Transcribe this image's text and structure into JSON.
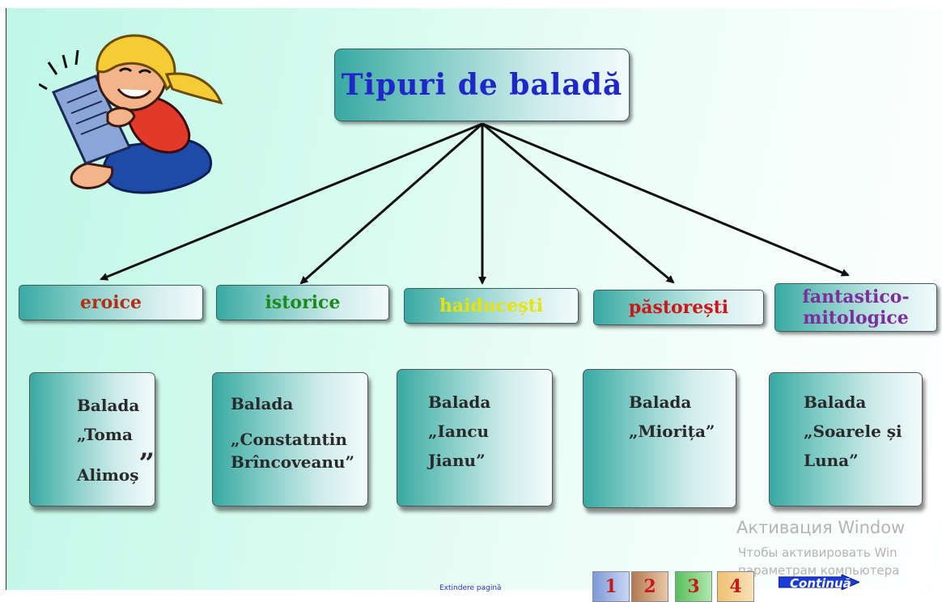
{
  "title": "Tipuri de baladă",
  "categories": [
    {
      "label": "eroice",
      "color": "#b22f14"
    },
    {
      "label": "istorice",
      "color": "#1d8a1d"
    },
    {
      "label": "haiducești",
      "color": "#e8e300"
    },
    {
      "label": "păstorești",
      "color": "#cf1616"
    },
    {
      "label": "fantastico-mitologice",
      "color": "#7d2e9a"
    }
  ],
  "cards": [
    {
      "lines": [
        "Balada",
        "„Toma",
        "Alimoș"
      ],
      "closing_quote": "”"
    },
    {
      "lines": [
        "Balada",
        "„Constatntin",
        "Brîncoveanu”"
      ]
    },
    {
      "lines": [
        "Balada",
        "„Iancu",
        "Jianu”"
      ]
    },
    {
      "lines": [
        "Balada",
        "„Miorița”"
      ]
    },
    {
      "lines": [
        "Balada",
        "„Soarele și",
        "Luna”"
      ]
    }
  ],
  "nav": {
    "page_buttons": [
      {
        "label": "1",
        "bg": "#8aa8e0",
        "fg": "#c61a1a"
      },
      {
        "label": "2",
        "bg": "#c48f68",
        "fg": "#c61a1a"
      },
      {
        "label": "3",
        "bg": "#7ed07e",
        "fg": "#c61a1a"
      },
      {
        "label": "4",
        "bg": "#f3d090",
        "fg": "#c61a1a"
      }
    ],
    "continue_label": "Continuă"
  },
  "watermark": {
    "line1": "Активация Window",
    "line2": "Чтобы активировать Win",
    "line3": "параметрам компьютера"
  },
  "footer": "Extindere pagină",
  "icons": [
    "reading-girl-illustration",
    "continue-arrow-icon"
  ]
}
